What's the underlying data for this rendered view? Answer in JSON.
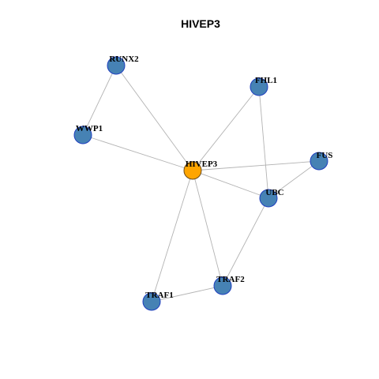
{
  "title": "HIVEP3",
  "colors": {
    "center_fill": "#ffa500",
    "center_stroke": "#6b4a1a",
    "node_fill": "#4682b4",
    "node_stroke": "#1f3fbf",
    "edge": "#b3b3b3"
  },
  "nodes": [
    {
      "id": "HIVEP3",
      "label": "HIVEP3",
      "center": true
    },
    {
      "id": "RUNX2",
      "label": "RUNX2"
    },
    {
      "id": "FHL1",
      "label": "FHL1"
    },
    {
      "id": "WWP1",
      "label": "WWP1"
    },
    {
      "id": "FUS",
      "label": "FUS"
    },
    {
      "id": "UBC",
      "label": "UBC"
    },
    {
      "id": "TRAF2",
      "label": "TRAF2"
    },
    {
      "id": "TRAF1",
      "label": "TRAF1"
    }
  ],
  "edges": [
    [
      "HIVEP3",
      "RUNX2"
    ],
    [
      "HIVEP3",
      "FHL1"
    ],
    [
      "HIVEP3",
      "WWP1"
    ],
    [
      "HIVEP3",
      "FUS"
    ],
    [
      "HIVEP3",
      "UBC"
    ],
    [
      "HIVEP3",
      "TRAF2"
    ],
    [
      "HIVEP3",
      "TRAF1"
    ],
    [
      "RUNX2",
      "WWP1"
    ],
    [
      "FHL1",
      "UBC"
    ],
    [
      "FUS",
      "UBC"
    ],
    [
      "UBC",
      "TRAF2"
    ],
    [
      "TRAF2",
      "TRAF1"
    ]
  ]
}
